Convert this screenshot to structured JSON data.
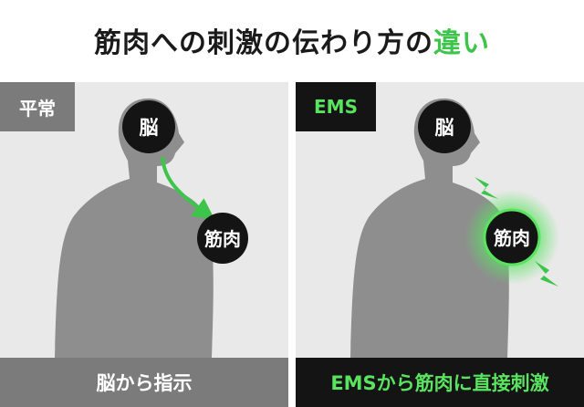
{
  "title": {
    "main": "筋肉への刺激の伝わり方の",
    "accent": "違い"
  },
  "panels": {
    "normal": {
      "tag": "平常",
      "brain": "脳",
      "muscle": "筋肉",
      "caption": "脳から指示"
    },
    "ems": {
      "tag": "EMS",
      "brain": "脳",
      "muscle": "筋肉",
      "caption": "EMSから筋肉に直接刺激"
    }
  },
  "colors": {
    "accent": "#3cc54a",
    "ems_text": "#59e35f",
    "panel_bg": "#e9e9e9",
    "silhouette": "#8e8e8e",
    "circle": "#141414",
    "tag_gray": "#7b7b7b"
  }
}
